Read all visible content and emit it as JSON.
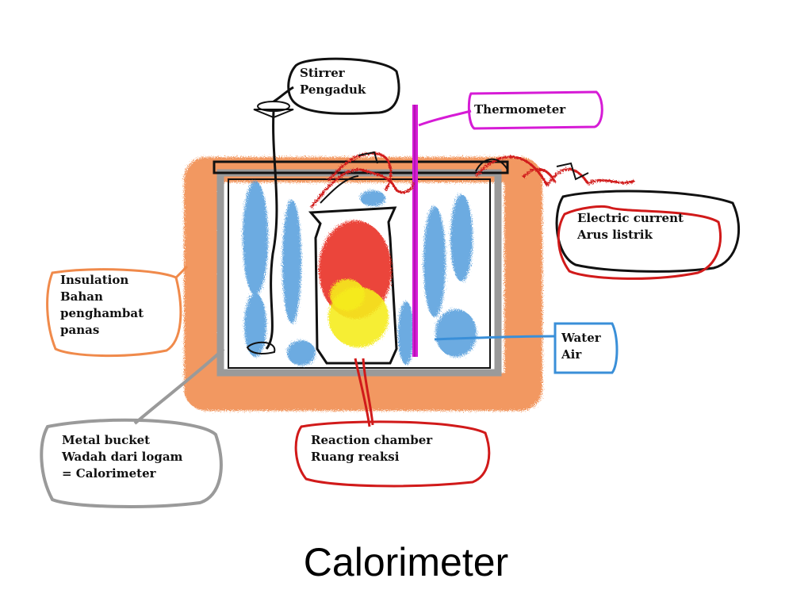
{
  "title": "Calorimeter",
  "colors": {
    "insulation": "#f08a4b",
    "metal_bucket": "#9a9a9a",
    "water": "#3a8fd8",
    "reaction_hot": "#e8231a",
    "reaction_core": "#f5ec1c",
    "thermometer": "#d61bd6",
    "electric": "#d11a1a",
    "outline": "#111111"
  },
  "labels": {
    "stirrer": [
      "Stirrer",
      "Pengaduk"
    ],
    "thermometer": [
      "Thermometer"
    ],
    "electric": [
      "Electric current",
      "Arus listrik"
    ],
    "insulation": [
      "Insulation",
      "Bahan",
      "penghambat",
      "panas"
    ],
    "water": [
      "Water",
      "Air"
    ],
    "metal_bucket": [
      "Metal bucket",
      "Wadah dari logam",
      "= Calorimeter"
    ],
    "reaction_chamber": [
      "Reaction chamber",
      "Ruang reaksi"
    ]
  }
}
